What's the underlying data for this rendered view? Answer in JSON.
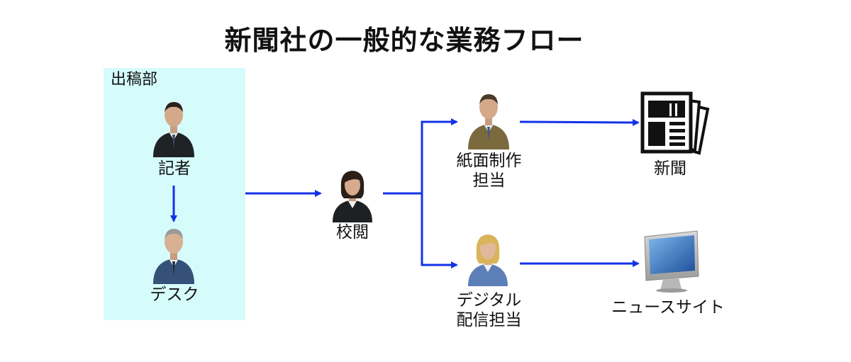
{
  "diagram": {
    "title": "新聞社の一般的な業務フロー",
    "department": {
      "label": "出稿部"
    },
    "nodes": {
      "reporter": {
        "label": "記者",
        "icon": "businessman-dark-suit-icon"
      },
      "desk": {
        "label": "デスク",
        "icon": "businessman-blue-suit-icon"
      },
      "proofreading": {
        "label": "校閲",
        "icon": "businesswoman-icon"
      },
      "print_layout": {
        "label_line1": "紙面制作",
        "label_line2": "担当",
        "icon": "businessman-olive-suit-icon"
      },
      "digital": {
        "label_line1": "デジタル",
        "label_line2": "配信担当",
        "icon": "businesswoman-blonde-icon"
      },
      "newspaper": {
        "label": "新聞",
        "icon": "newspaper-icon"
      },
      "news_site": {
        "label": "ニュースサイト",
        "icon": "desktop-monitor-icon"
      }
    },
    "colors": {
      "arrow": "#1432e6",
      "department_bg": "#d6fbfb"
    }
  }
}
